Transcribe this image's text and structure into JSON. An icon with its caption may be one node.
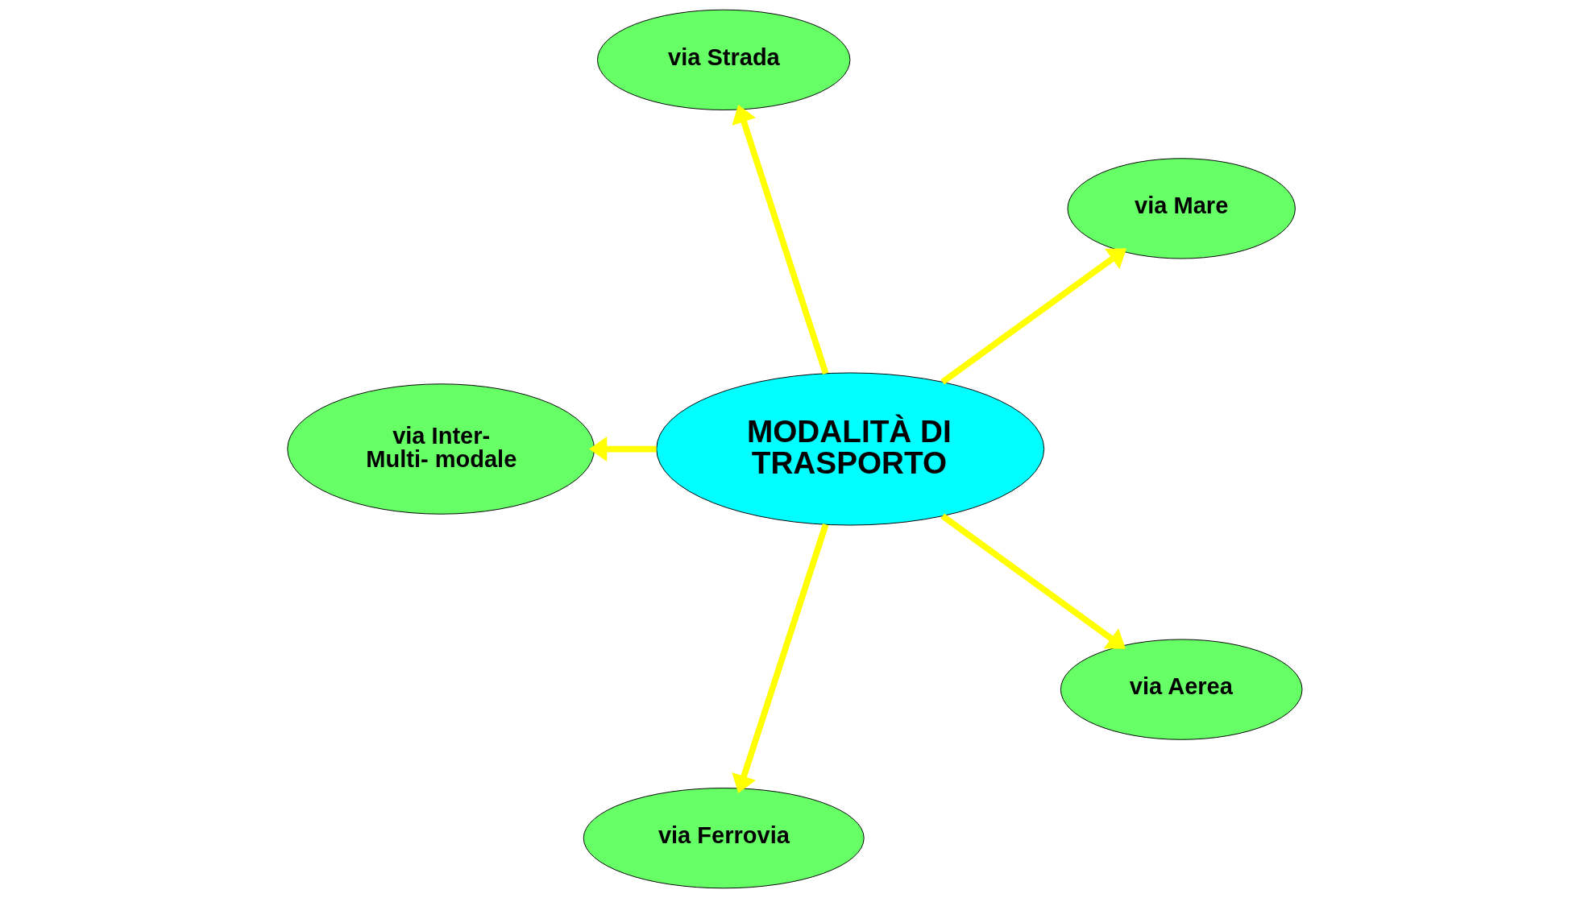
{
  "diagram": {
    "nodes": [
      {
        "text": [
          "via Mare"
        ]
      },
      {
        "text": [
          "via Strada"
        ]
      },
      {
        "text": [
          "MODALITÀ DI TRASPORTO"
        ]
      },
      {
        "text": [
          "via Inter- Multi- modale"
        ]
      },
      {
        "text": [
          "via Ferrovia"
        ]
      },
      {
        "text": [
          "via Aerea"
        ]
      }
    ],
    "edges": [
      {
        "from": 2,
        "to": 0,
        "arrow": "to"
      },
      {
        "from": 2,
        "to": 1,
        "arrow": "to"
      },
      {
        "from": 2,
        "to": 3,
        "arrow": "to"
      },
      {
        "from": 2,
        "to": 4,
        "arrow": "to"
      },
      {
        "from": 2,
        "to": 5,
        "arrow": "to"
      }
    ]
  }
}
